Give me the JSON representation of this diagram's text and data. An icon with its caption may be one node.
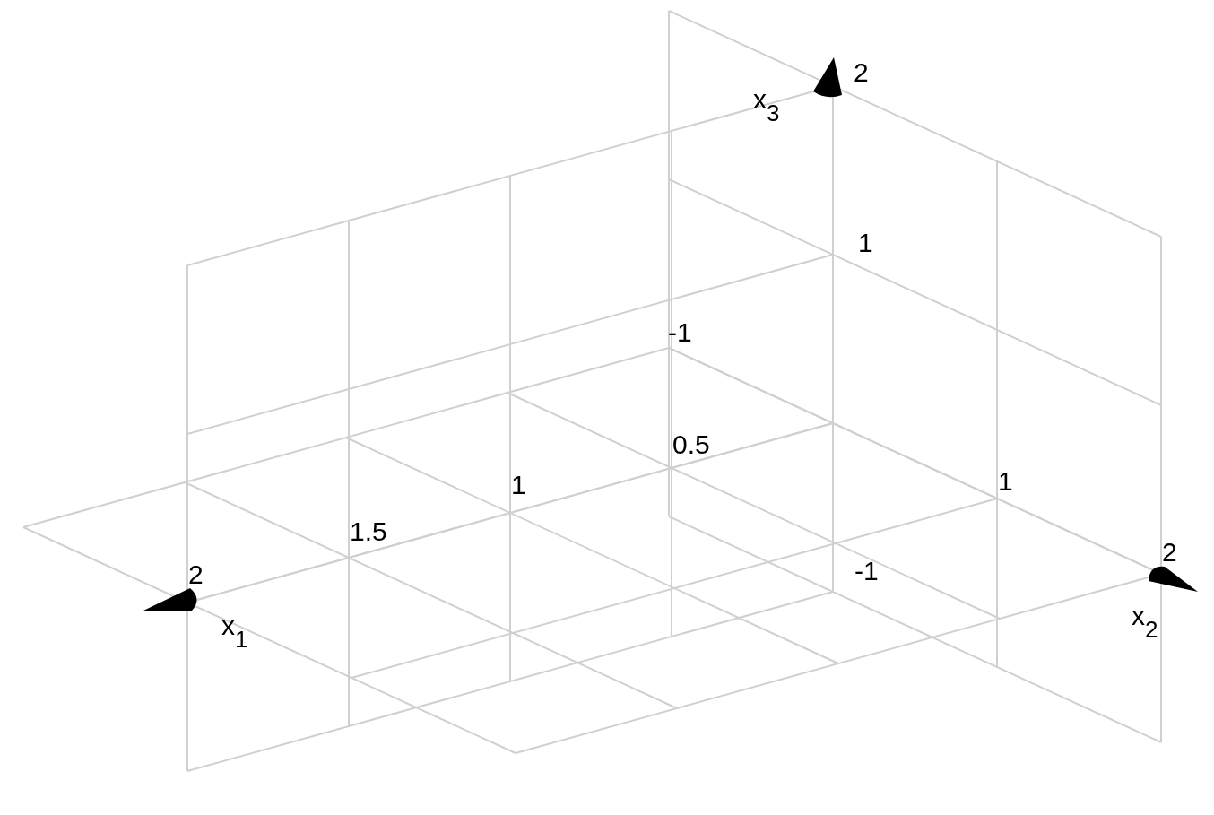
{
  "diagram": {
    "labels": [
      "2",
      "x$_{3}$",
      "1",
      "-1",
      "0.5",
      "1",
      "1",
      "1.5",
      "2",
      "-1",
      "2",
      "x$_{2}$",
      "x$_{1}$"
    ]
  }
}
